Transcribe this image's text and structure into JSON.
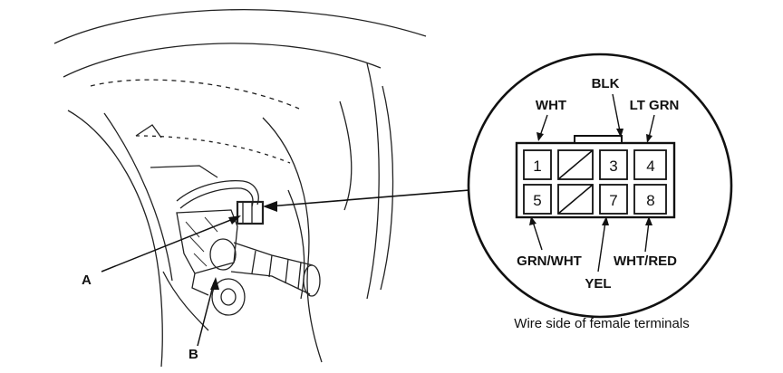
{
  "callouts": {
    "a": "A",
    "b": "B"
  },
  "connector": {
    "pins": [
      {
        "label": "1"
      },
      {
        "label": ""
      },
      {
        "label": "3"
      },
      {
        "label": "4"
      },
      {
        "label": "5"
      },
      {
        "label": ""
      },
      {
        "label": "7"
      },
      {
        "label": "8"
      }
    ],
    "wires": {
      "wht": "WHT",
      "blk": "BLK",
      "lt_grn": "LT GRN",
      "grn_wht": "GRN/WHT",
      "yel": "YEL",
      "wht_red": "WHT/RED"
    },
    "caption": "Wire side of female terminals"
  }
}
